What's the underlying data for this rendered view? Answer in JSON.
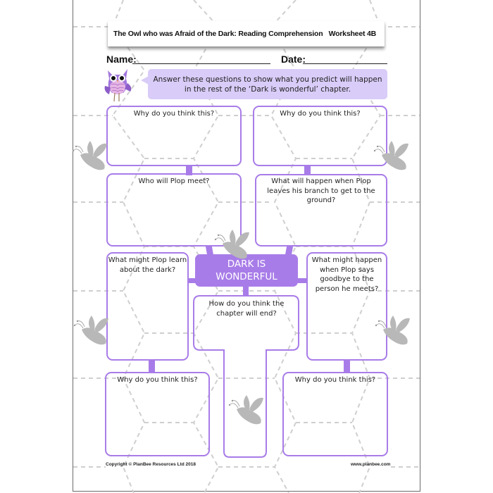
{
  "header": {
    "title": "The Owl who was Afraid of the Dark: Reading Comprehension",
    "worksheet": "Worksheet 4B"
  },
  "fields": {
    "name_label": "Name:",
    "date_label": "Date:"
  },
  "instructions": "Answer these questions to show what you predict will happen in the rest of the ‘Dark is wonderful’ chapter.",
  "center_label": {
    "line1": "DARK IS",
    "line2": "WONDERFUL"
  },
  "boxes": {
    "top_left": "Why do you think this?",
    "top_right": "Why do you think this?",
    "upper_left": "Who will Plop meet?",
    "upper_right": "What will happen when Plop leaves his branch to get to the ground?",
    "mid_left": "What might Plop learn about the dark?",
    "mid_center": "How do you think the chapter will end?",
    "mid_right": "What might happen when Plop says goodbye to the person he meets?",
    "bottom_left": "Why do you think this?",
    "bottom_right": "Why do you think this?"
  },
  "footer": {
    "copyright": "Copyright © PlanBee Resources Ltd 2018",
    "website": "www.planbee.com"
  },
  "colors": {
    "accent_purple": "#a87ce8",
    "bubble_lilac": "#d9ccf8",
    "bee_gray": "#b8b8b8",
    "hex_dash_gray": "#cfcfcf"
  },
  "icons": [
    "owl-mascot-icon",
    "bee-icon"
  ]
}
